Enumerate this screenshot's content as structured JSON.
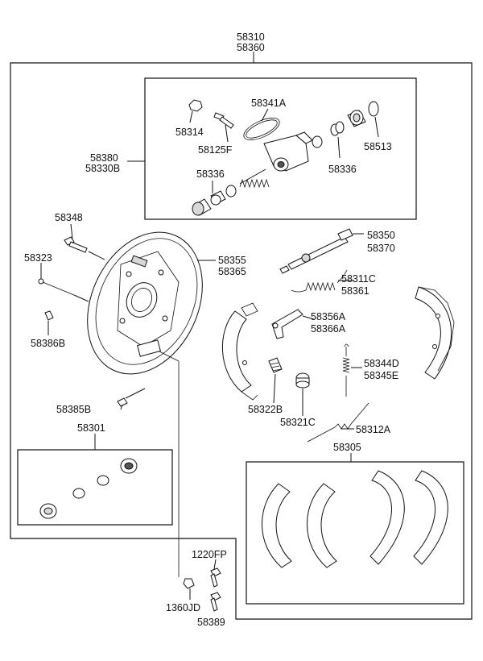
{
  "labels": {
    "top_a": "58310",
    "top_b": "58360",
    "p58341A": "58341A",
    "p58314": "58314",
    "p58125F": "58125F",
    "p58513": "58513",
    "p58380": "58380",
    "p58330B": "58330B",
    "p58336a": "58336",
    "p58336b": "58336",
    "p58348": "58348",
    "p58323": "58323",
    "p58386B": "58386B",
    "p58355": "58355",
    "p58365": "58365",
    "p58350": "58350",
    "p58370": "58370",
    "p58311C": "58311C",
    "p58361": "58361",
    "p58356A": "58356A",
    "p58366A": "58366A",
    "p58344D": "58344D",
    "p58345E": "58345E",
    "p58322B": "58322B",
    "p58321C": "58321C",
    "p58312A": "58312A",
    "p58385B": "58385B",
    "p58301": "58301",
    "p58305": "58305",
    "p1220FP": "1220FP",
    "p1360JD": "1360JD",
    "p58389": "58389"
  }
}
